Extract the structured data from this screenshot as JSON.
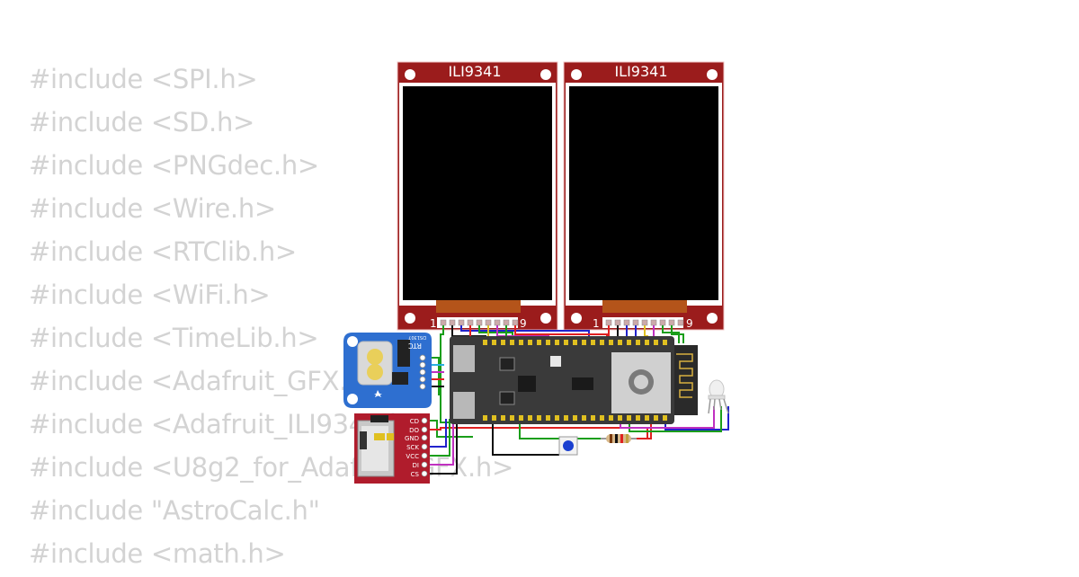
{
  "code_lines": [
    "#include <SPI.h>",
    "#include <SD.h>",
    "#include <PNGdec.h>",
    "#include <Wire.h>",
    "#include <RTClib.h>",
    "#include <WiFi.h>",
    "#include <TimeLib.h>",
    "#include <Adafruit_GFX.h>",
    "#include <Adafruit_ILI9341.h>",
    "#include <U8g2_for_Adafruit_GFX.h>",
    "#include \"AstroCalc.h\"",
    "#include <math.h>"
  ],
  "displays": [
    {
      "label": "ILI9341",
      "pin_first": "1",
      "pin_last": "9"
    },
    {
      "label": "ILI9341",
      "pin_first": "1",
      "pin_last": "9"
    }
  ],
  "rtc": {
    "label": "RTC",
    "chip": "DS1307"
  },
  "sd_card": {
    "pins": [
      "CD",
      "DO",
      "GND",
      "SCK",
      "VCC",
      "DI",
      "CS"
    ]
  },
  "colors": {
    "board_red": "#9b1c1c",
    "screen": "#000000",
    "rtc_blue": "#2e6fd0",
    "mcu_board": "#3a3a3a",
    "wire_green": "#1a9e1a",
    "wire_red": "#e02020",
    "wire_blue": "#2222cc",
    "wire_black": "#111111",
    "code_text": "#d3d3d3"
  }
}
